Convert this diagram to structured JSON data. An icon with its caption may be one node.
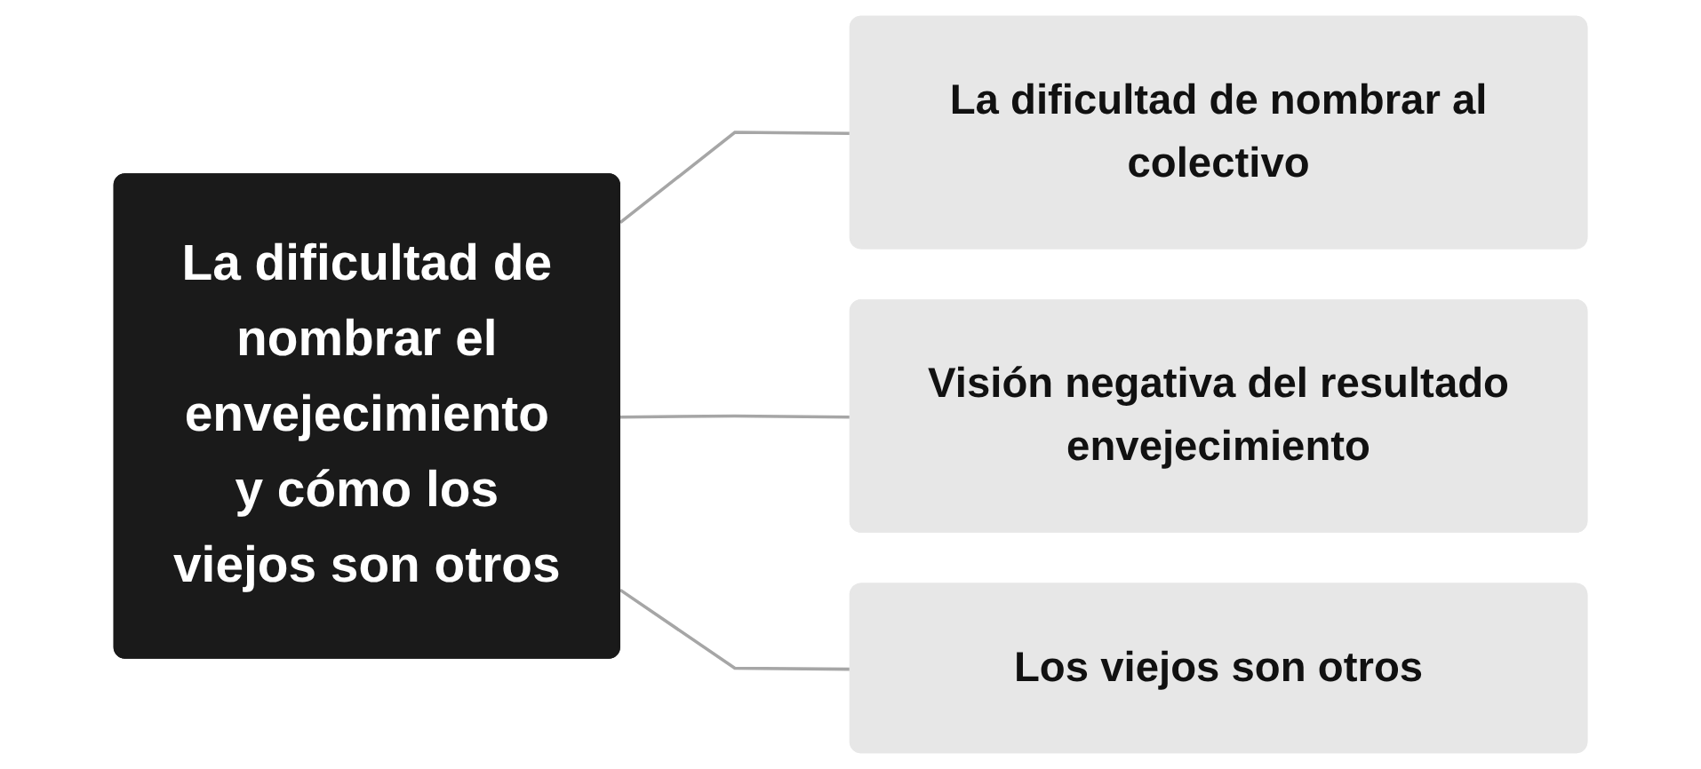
{
  "diagram": {
    "nodes": [
      {
        "text": [
          "La dificultad de nombrar el envejecimiento y cómo los viejos son otros"
        ]
      },
      {
        "text": [
          "La dificultad de nombrar al colectivo"
        ]
      },
      {
        "text": [
          "Visión negativa del resultado envejecimiento"
        ]
      },
      {
        "text": [
          "Los viejos son otros"
        ]
      }
    ],
    "edges": [
      {
        "from": 0,
        "to": 1,
        "arrow": "none"
      },
      {
        "from": 0,
        "to": 2,
        "arrow": "none"
      },
      {
        "from": 0,
        "to": 3,
        "arrow": "none"
      }
    ]
  }
}
